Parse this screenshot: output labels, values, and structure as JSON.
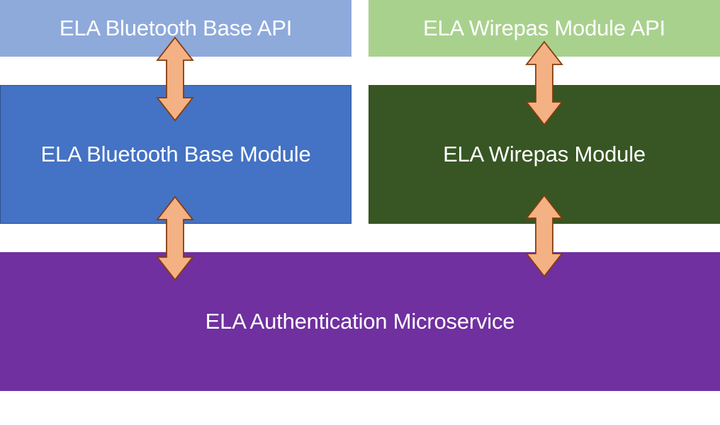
{
  "diagram": {
    "boxes": {
      "bluetooth_base_api": {
        "label": "ELA Bluetooth Base API",
        "color": "#8eaadb"
      },
      "wirepas_module_api": {
        "label": "ELA Wirepas Module API",
        "color": "#a9d18e"
      },
      "bluetooth_base_module": {
        "label": "ELA Bluetooth Base Module",
        "color": "#4472c4",
        "border_color": "#2f528f"
      },
      "wirepas_module": {
        "label": "ELA Wirepas Module",
        "color": "#375623"
      },
      "authentication_microservice": {
        "label": "ELA Authentication Microservice",
        "color": "#7030a0"
      }
    },
    "arrows": {
      "fill": "#f4b183",
      "stroke": "#843c0c",
      "style": "double-headed",
      "connections": [
        {
          "from": "bluetooth_base_api",
          "to": "bluetooth_base_module"
        },
        {
          "from": "wirepas_module_api",
          "to": "wirepas_module"
        },
        {
          "from": "bluetooth_base_module",
          "to": "authentication_microservice"
        },
        {
          "from": "wirepas_module",
          "to": "authentication_microservice"
        }
      ]
    }
  }
}
